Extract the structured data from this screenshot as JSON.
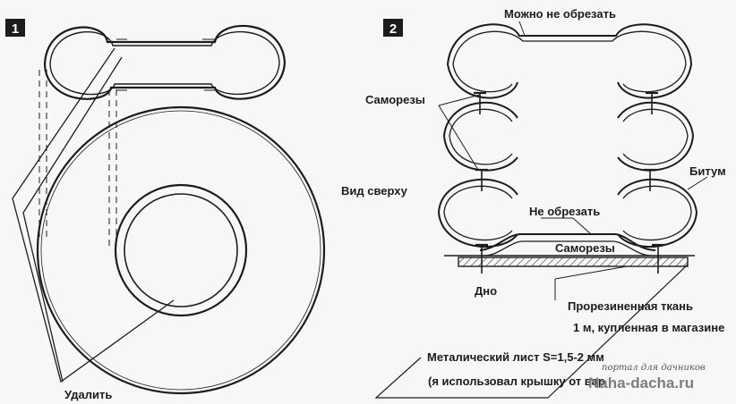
{
  "panel1": {
    "badge": "1",
    "top_view_label": "Вид сверху",
    "remove_label": "Удалить"
  },
  "panel2": {
    "badge": "2",
    "can_leave_label": "Можно не обрезать",
    "screws_label_1": "Саморезы",
    "bitumen_label": "Битум",
    "do_not_cut_label": "Не обрезать",
    "screws_label_2": "Саморезы",
    "bottom_label": "Дно",
    "fabric_label_1": "Прорезиненная ткань",
    "fabric_label_2": "1 м, купленная в магазине",
    "sheet_label_1": "Металический лист S=1,5-2 мм",
    "sheet_label_2": "(я использовал крышку от вар"
  },
  "watermark": {
    "tagline": "портал для дачников",
    "site": "Naha-dacha.ru"
  }
}
